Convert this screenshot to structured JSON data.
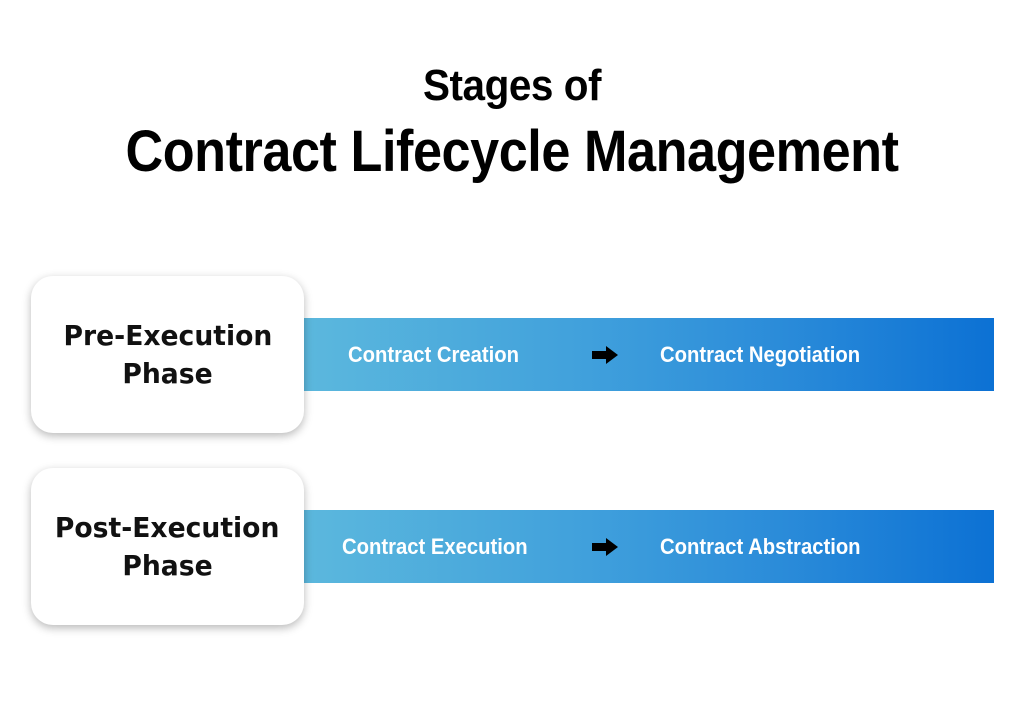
{
  "title": {
    "line1": "Stages of",
    "line2": "Contract Lifecycle Management"
  },
  "phases": [
    {
      "name_line1": "Pre-Execution",
      "name_line2": "Phase",
      "stages": [
        "Contract Creation",
        "Contract Negotiation"
      ],
      "connector_icon": "right-arrow-icon"
    },
    {
      "name_line1": "Post-Execution",
      "name_line2": "Phase",
      "stages": [
        "Contract Execution",
        "Contract Abstraction"
      ],
      "connector_icon": "right-arrow-icon"
    }
  ],
  "colors": {
    "band_gradient_start": "#5cb8dd",
    "band_gradient_end": "#0c71d4",
    "stage_text": "#ffffff",
    "card_background": "#ffffff",
    "heading_text": "#000000"
  }
}
